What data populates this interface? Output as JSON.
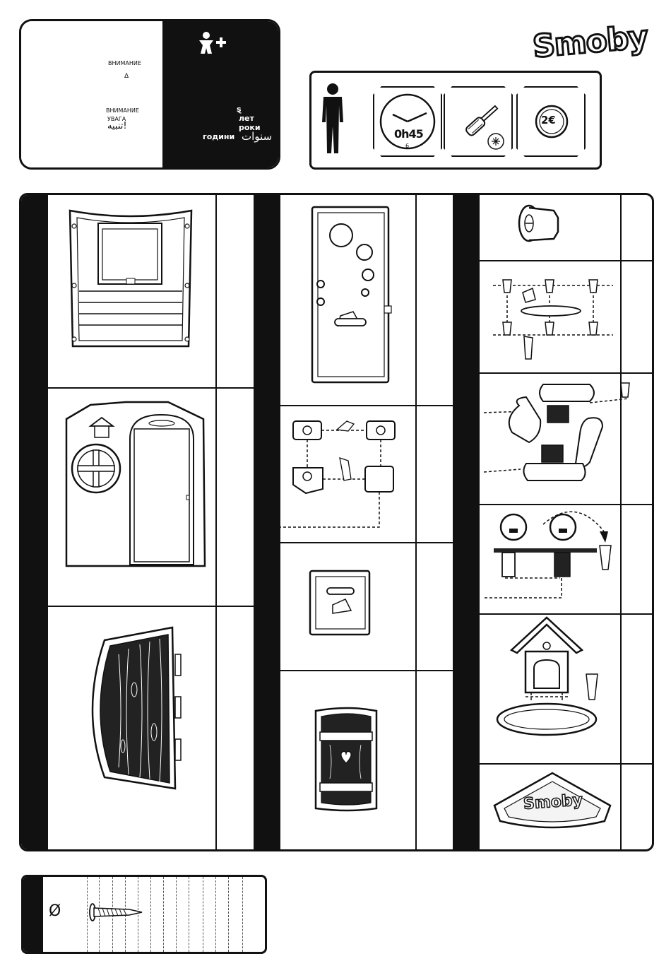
{
  "brand": {
    "logo_text": "Smoby"
  },
  "warning": {
    "ru_1": "ВНИМАНИЕ",
    "symbol": "Δ",
    "ru_2": "ВНИМАНИЕ",
    "ua": "УВАГА",
    "ar": "تنبيه!"
  },
  "age": {
    "icon": "child-plus-icon",
    "number": "ȿ",
    "let": "лет",
    "roky": "роки",
    "hodyny": "години",
    "ar": "سنوات"
  },
  "info": {
    "adult_icon": "adult-person-icon",
    "time": "0h45",
    "clock_bottom": "6",
    "tool_icon": "screwdriver-icon",
    "coin_label": "2€"
  },
  "screw": {
    "diameter_symbol": "Ø",
    "icon": "screw-icon"
  },
  "colors": {
    "ink": "#111111",
    "paper": "#ffffff"
  }
}
